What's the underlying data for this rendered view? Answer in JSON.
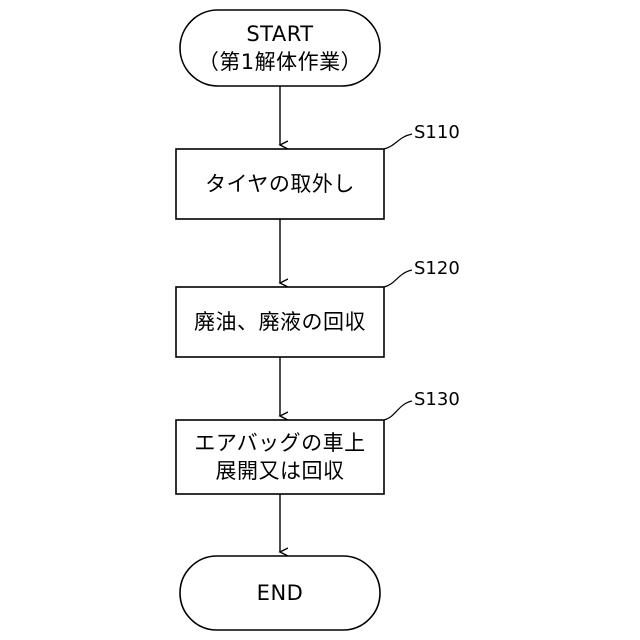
{
  "flowchart": {
    "start": {
      "line1": "START",
      "line2": "（第1解体作業）"
    },
    "steps": [
      {
        "id": "S110",
        "line1": "タイヤの取外し",
        "line2": ""
      },
      {
        "id": "S120",
        "line1": "廃油、廃液の回収",
        "line2": ""
      },
      {
        "id": "S130",
        "line1": "エアバッグの車上",
        "line2": "展開又は回収"
      }
    ],
    "end": {
      "label": "END"
    }
  }
}
